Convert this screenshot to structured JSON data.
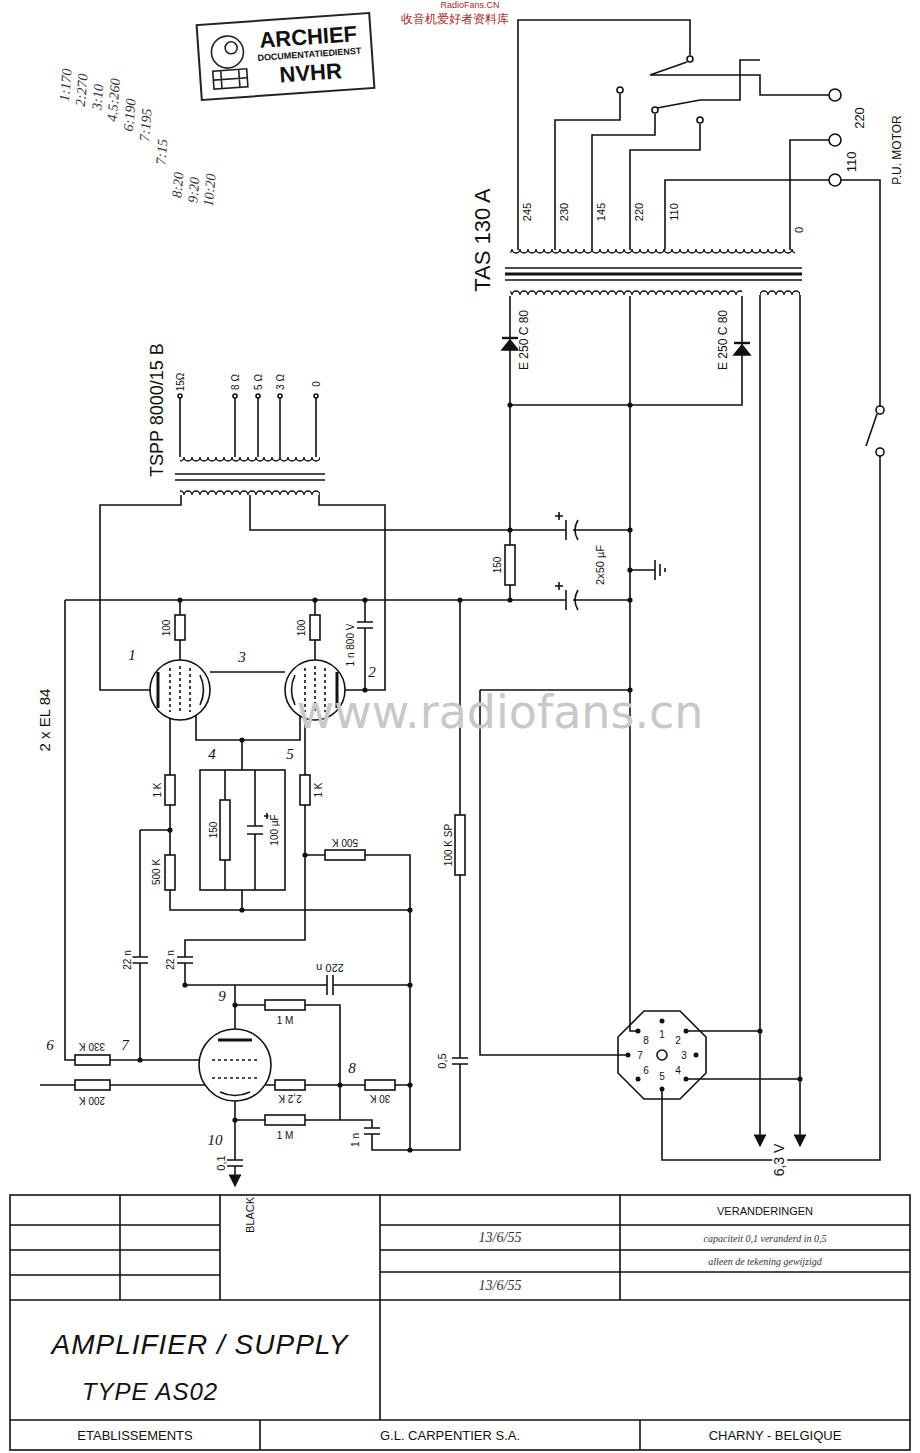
{
  "diagram": {
    "nodes": [
      {
        "text": [
          "ARCHIEF",
          "DOCUMENTATIEDIENST",
          "NVHR"
        ]
      }
    ],
    "labels": [
      "收音机爱好者资料库",
      "RadioFans.CN",
      "1:170",
      "2:270",
      "3:10",
      "4.5:260",
      "6:190",
      "7:195",
      "7:15",
      "8:20",
      "9:20",
      "10:20",
      "TAS 130 A",
      "245",
      "230",
      "145",
      "220",
      "110",
      "0",
      "220",
      "110",
      "P.U. MOTOR",
      "E 250 C 80",
      "E 250 C 80",
      "150",
      "2x50 µF",
      "TSPP 8000/15 B",
      "15Ω",
      "8 Ω",
      "5 Ω",
      "3 Ω",
      "0",
      "2 x EL 84",
      "100",
      "100",
      "1 n 800 V",
      "1 K",
      "1 K",
      "150",
      "100 µF",
      "500 K",
      "500 K",
      "100 K SP",
      "22 n",
      "22 n",
      "220 n",
      "330 K",
      "200 K",
      "1 M",
      "1 M",
      "2,2 K",
      "30 K",
      "0,5",
      "0,1",
      "1 n",
      "BLACK",
      "1",
      "2",
      "3",
      "4",
      "5",
      "6",
      "7",
      "8",
      "9",
      "10",
      "1",
      "2",
      "3",
      "4",
      "5",
      "6",
      "7",
      "8",
      "6,3 V",
      "VERANDERINGEN",
      "13/6/55",
      "capaciteit 0,1 veranderd in 0,5",
      "alleen de tekening gewijzigd",
      "13/6/55",
      "AMPLIFIER / SUPPLY",
      "TYPE AS02",
      "ETABLISSEMENTS",
      "G.L. CARPENTIER S.A.",
      "CHARNY - BELGIQUE",
      "www.radiofans.cn"
    ]
  }
}
